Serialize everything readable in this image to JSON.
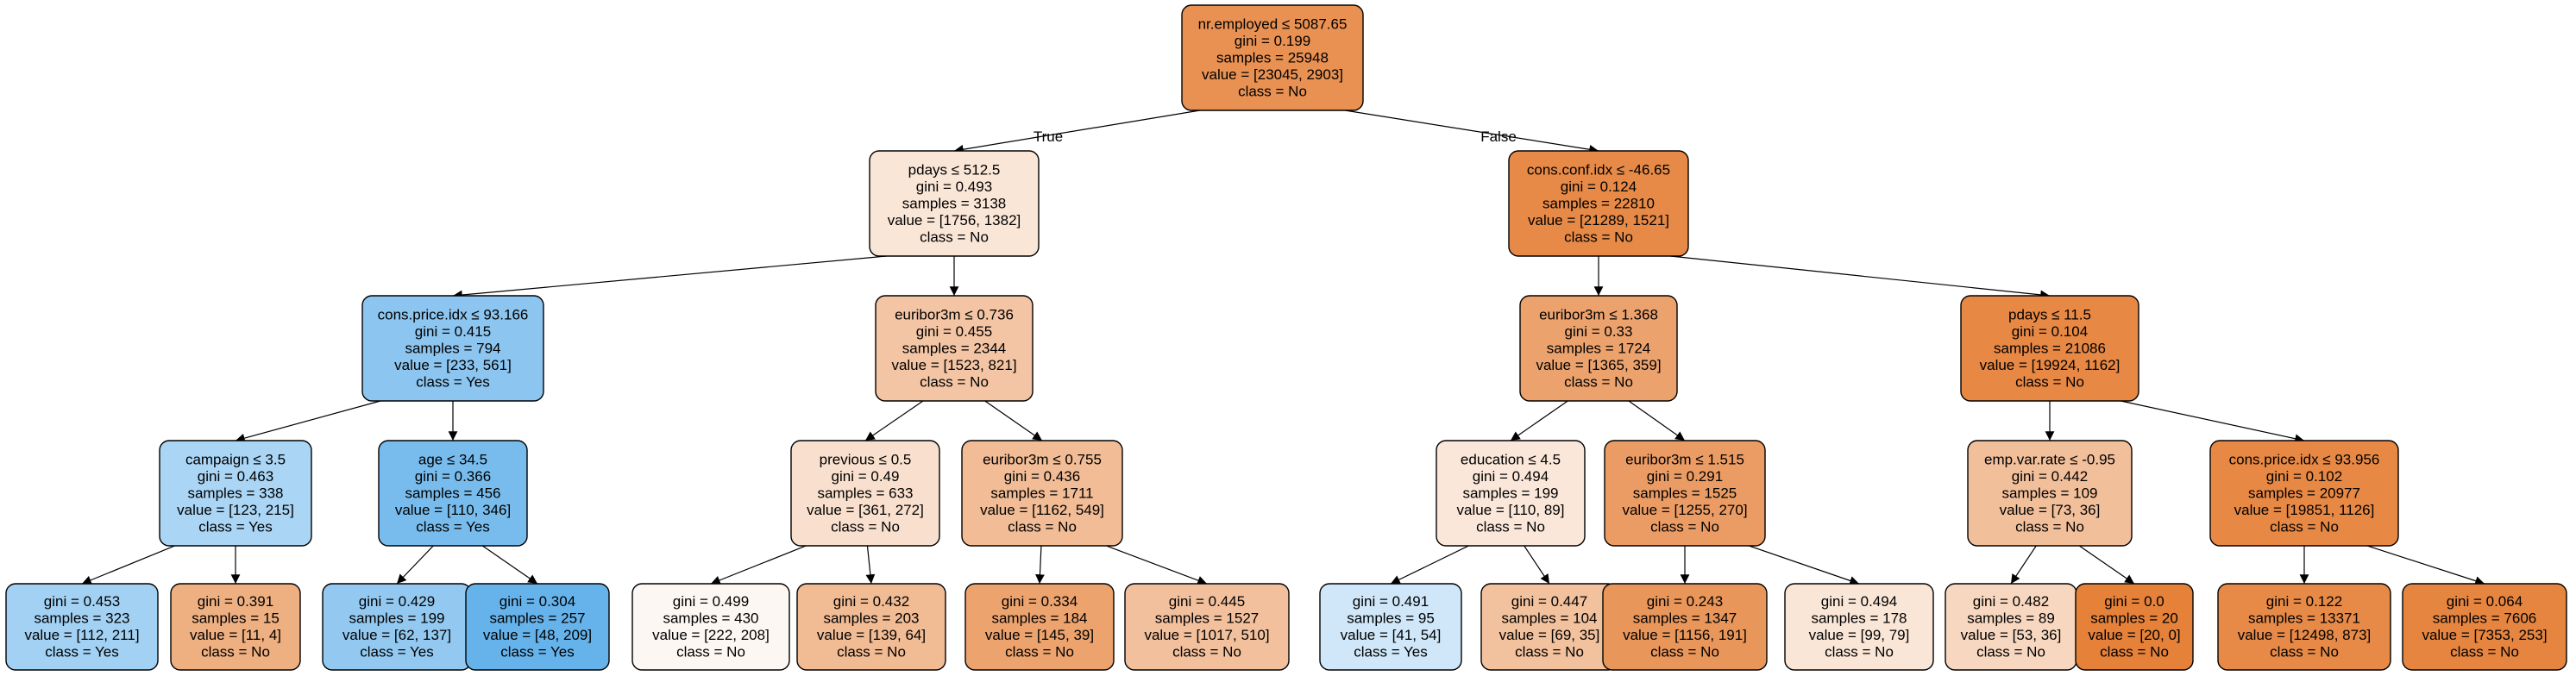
{
  "edge_labels": {
    "true": "True",
    "false": "False"
  },
  "nodes": {
    "n0": {
      "lines": [
        "nr.employed ≤ 5087.65",
        "gini = 0.199",
        "samples = 25948",
        "value = [23045, 2903]",
        "class = No"
      ],
      "fill": "#e89152"
    },
    "n1": {
      "lines": [
        "pdays ≤ 512.5",
        "gini = 0.493",
        "samples = 3138",
        "value = [1756, 1382]",
        "class = No"
      ],
      "fill": "#fae6d7"
    },
    "n2": {
      "lines": [
        "cons.conf.idx ≤ -46.65",
        "gini = 0.124",
        "samples = 22810",
        "value = [21289, 1521]",
        "class = No"
      ],
      "fill": "#e78a47"
    },
    "n3": {
      "lines": [
        "cons.price.idx ≤ 93.166",
        "gini = 0.415",
        "samples = 794",
        "value = [233, 561]",
        "class = Yes"
      ],
      "fill": "#8bc5f0"
    },
    "n4": {
      "lines": [
        "euribor3m ≤ 0.736",
        "gini = 0.455",
        "samples = 2344",
        "value = [1523, 821]",
        "class = No"
      ],
      "fill": "#f3c5a4"
    },
    "n5": {
      "lines": [
        "euribor3m ≤ 1.368",
        "gini = 0.33",
        "samples = 1724",
        "value = [1365, 359]",
        "class = No"
      ],
      "fill": "#eca26d"
    },
    "n6": {
      "lines": [
        "pdays ≤ 11.5",
        "gini = 0.104",
        "samples = 21086",
        "value = [19924, 1162]",
        "class = No"
      ],
      "fill": "#e78845"
    },
    "n7": {
      "lines": [
        "campaign ≤ 3.5",
        "gini = 0.463",
        "samples = 338",
        "value = [123, 215]",
        "class = Yes"
      ],
      "fill": "#aad5f4"
    },
    "n8": {
      "lines": [
        "age ≤ 34.5",
        "gini = 0.366",
        "samples = 456",
        "value = [110, 346]",
        "class = Yes"
      ],
      "fill": "#78bced"
    },
    "n9": {
      "lines": [
        "previous ≤ 0.5",
        "gini = 0.49",
        "samples = 633",
        "value = [361, 272]",
        "class = No"
      ],
      "fill": "#f9e0ce"
    },
    "n10": {
      "lines": [
        "euribor3m ≤ 0.755",
        "gini = 0.436",
        "samples = 1711",
        "value = [1162, 549]",
        "class = No"
      ],
      "fill": "#f1bc96"
    },
    "n11": {
      "lines": [
        "education ≤ 4.5",
        "gini = 0.494",
        "samples = 199",
        "value = [110, 89]",
        "class = No"
      ],
      "fill": "#fae7d9"
    },
    "n12": {
      "lines": [
        "euribor3m ≤ 1.515",
        "gini = 0.291",
        "samples = 1525",
        "value = [1255, 270]",
        "class = No"
      ],
      "fill": "#eb9c64"
    },
    "n13": {
      "lines": [
        "emp.var.rate ≤ -0.95",
        "gini = 0.442",
        "samples = 109",
        "value = [73, 36]",
        "class = No"
      ],
      "fill": "#f2bf9b"
    },
    "n14": {
      "lines": [
        "cons.price.idx ≤ 93.956",
        "gini = 0.102",
        "samples = 20977",
        "value = [19851, 1126]",
        "class = No"
      ],
      "fill": "#e78844"
    },
    "n15": {
      "lines": [
        "gini = 0.453",
        "samples = 323",
        "value = [112, 211]",
        "class = Yes"
      ],
      "fill": "#a2d1f3"
    },
    "n16": {
      "lines": [
        "gini = 0.391",
        "samples = 15",
        "value = [11, 4]",
        "class = No"
      ],
      "fill": "#eeaf81"
    },
    "n17": {
      "lines": [
        "gini = 0.429",
        "samples = 199",
        "value = [62, 137]",
        "class = Yes"
      ],
      "fill": "#93c9f1"
    },
    "n18": {
      "lines": [
        "gini = 0.304",
        "samples = 257",
        "value = [48, 209]",
        "class = Yes"
      ],
      "fill": "#66b3eb"
    },
    "n19": {
      "lines": [
        "gini = 0.499",
        "samples = 430",
        "value = [222, 208]",
        "class = No"
      ],
      "fill": "#fdf7f3"
    },
    "n20": {
      "lines": [
        "gini = 0.432",
        "samples = 203",
        "value = [139, 64]",
        "class = No"
      ],
      "fill": "#f1bb94"
    },
    "n21": {
      "lines": [
        "gini = 0.334",
        "samples = 184",
        "value = [145, 39]",
        "class = No"
      ],
      "fill": "#eca36e"
    },
    "n22": {
      "lines": [
        "gini = 0.445",
        "samples = 1527",
        "value = [1017, 510]",
        "class = No"
      ],
      "fill": "#f2c09c"
    },
    "n23": {
      "lines": [
        "gini = 0.491",
        "samples = 95",
        "value = [41, 54]",
        "class = Yes"
      ],
      "fill": "#cfe7f9"
    },
    "n24": {
      "lines": [
        "gini = 0.447",
        "samples = 104",
        "value = [69, 35]",
        "class = No"
      ],
      "fill": "#f2c19d"
    },
    "n25": {
      "lines": [
        "gini = 0.243",
        "samples = 1347",
        "value = [1156, 191]",
        "class = No"
      ],
      "fill": "#e9965a"
    },
    "n26": {
      "lines": [
        "gini = 0.494",
        "samples = 178",
        "value = [99, 79]",
        "class = No"
      ],
      "fill": "#fae6d7"
    },
    "n27": {
      "lines": [
        "gini = 0.482",
        "samples = 89",
        "value = [53, 36]",
        "class = No"
      ],
      "fill": "#f7d7bf"
    },
    "n28": {
      "lines": [
        "gini = 0.0",
        "samples = 20",
        "value = [20, 0]",
        "class = No"
      ],
      "fill": "#e58139"
    },
    "n29": {
      "lines": [
        "gini = 0.122",
        "samples = 13371",
        "value = [12498, 873]",
        "class = No"
      ],
      "fill": "#e78a47"
    },
    "n30": {
      "lines": [
        "gini = 0.064",
        "samples = 7606",
        "value = [7353, 253]",
        "class = No"
      ],
      "fill": "#e68540"
    }
  }
}
